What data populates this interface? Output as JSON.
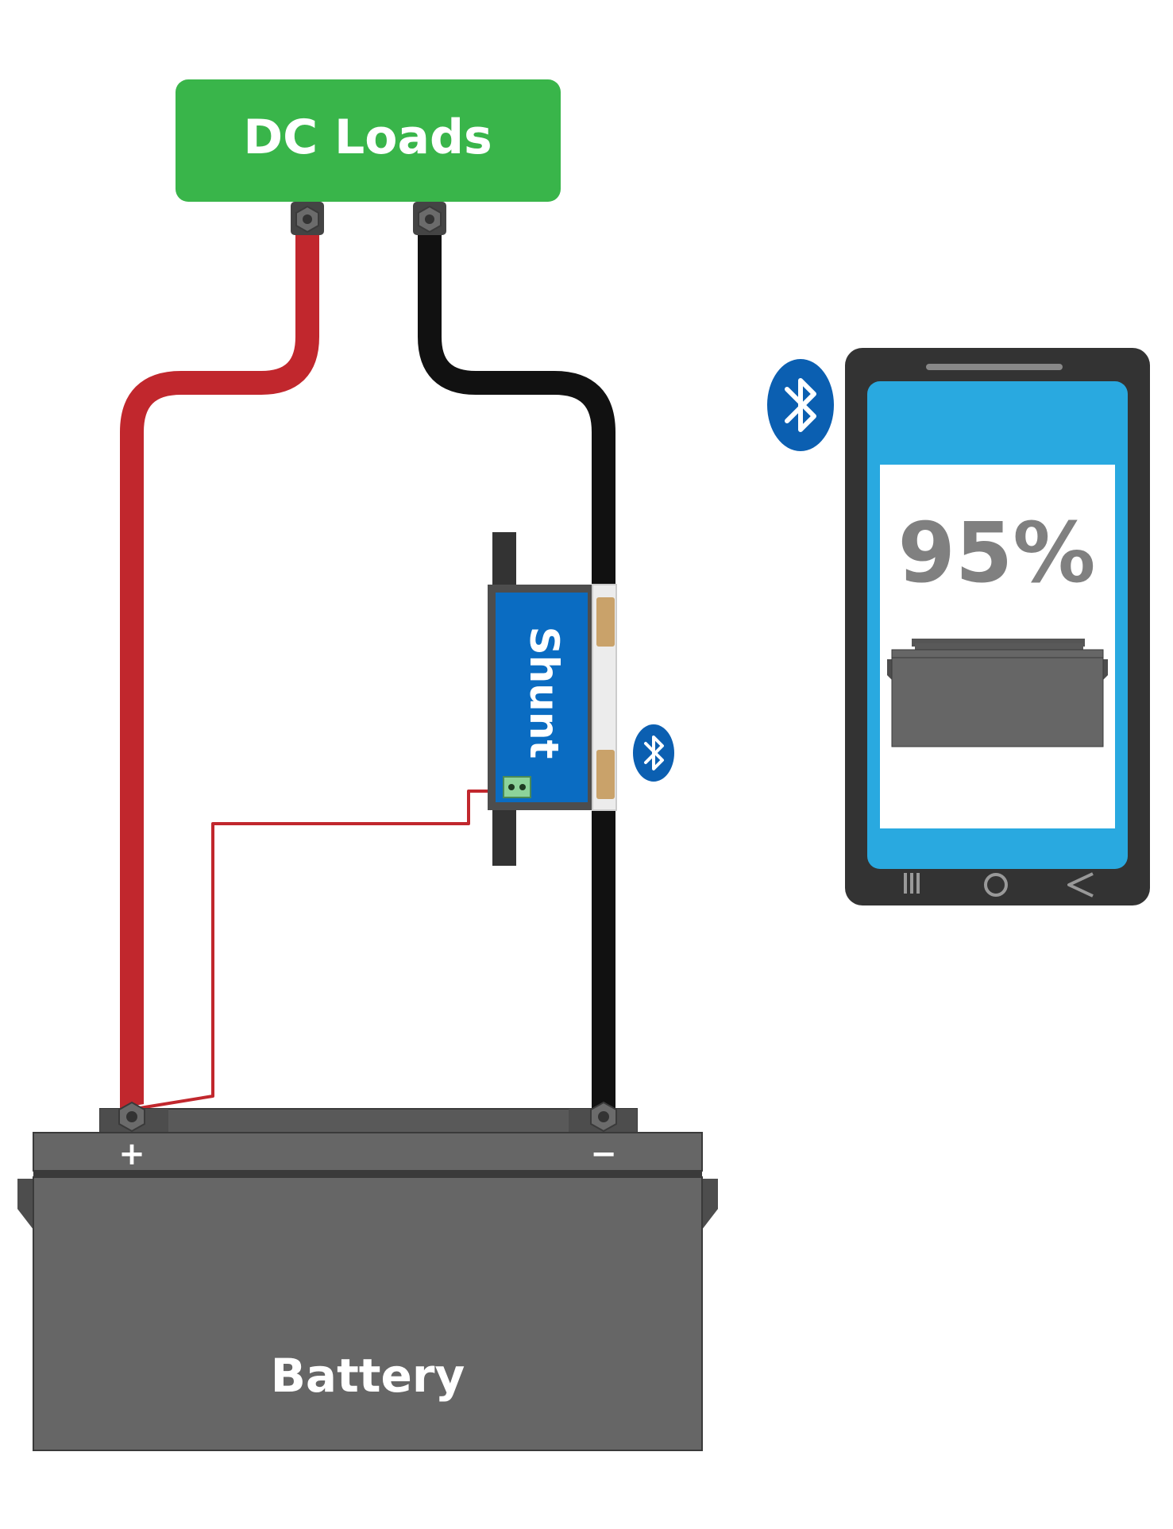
{
  "loads": {
    "label": "DC Loads"
  },
  "battery": {
    "label": "Battery",
    "positive_symbol": "+",
    "negative_symbol": "−"
  },
  "shunt": {
    "label": "Shunt"
  },
  "phone": {
    "state_of_charge": "95%"
  },
  "icons": [
    "bluetooth-icon",
    "battery-icon",
    "recent-apps-icon",
    "home-icon",
    "back-icon"
  ],
  "colors": {
    "loads_green": "#39b54a",
    "positive_cable": "#c1272d",
    "negative_cable": "#111111",
    "battery_gray": "#666666",
    "battery_dark": "#4d4d4d",
    "shunt_blue": "#0a6cc2",
    "bluetooth_blue": "#0b5fb1",
    "phone_body": "#333333",
    "phone_screen": "#29a9e0",
    "copper": "#c9a26a"
  }
}
